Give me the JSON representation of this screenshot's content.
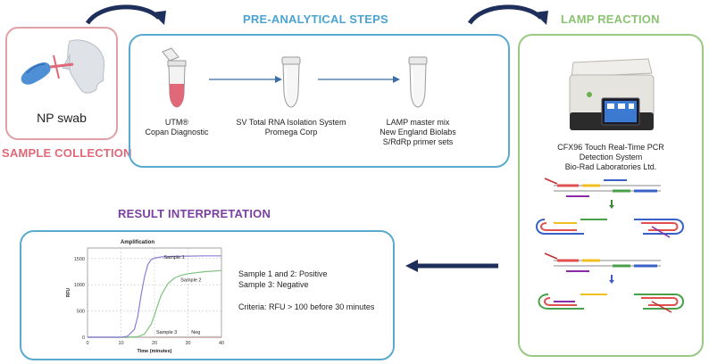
{
  "sample_collection": {
    "heading": "SAMPLE COLLECTION",
    "box_label": "NP swab"
  },
  "pre_analytical": {
    "heading": "PRE-ANALYTICAL STEPS",
    "tube1": {
      "line1": "UTM®",
      "line2": "Copan Diagnostic"
    },
    "tube2": {
      "line1": "SV Total RNA Isolation System",
      "line2": "Promega Corp"
    },
    "tube3": {
      "line1": "LAMP master mix",
      "line2": "New England Biolabs",
      "line3": "S/RdRp primer sets"
    }
  },
  "lamp_reaction": {
    "heading": "LAMP REACTION",
    "instrument": {
      "line1": "CFX96 Touch Real-Time PCR",
      "line2": "Detection System",
      "line3": "Bio-Rad Laboratories Ltd."
    }
  },
  "result_interpretation": {
    "heading": "RESULT INTERPRETATION",
    "line1": "Sample 1 and 2: Positive",
    "line2": "Sample 3:  Negative",
    "line3": "Criteria: RFU > 100 before 30 minutes"
  },
  "colors": {
    "sample_red": "#e06878",
    "sample_border": "#e0a0a5",
    "blue_heading": "#4ba3d0",
    "blue_border": "#5aa9cf",
    "green_heading": "#8cc373",
    "green_border": "#9ac982",
    "purple_heading": "#7a3fa0",
    "navy_arrow": "#1f2f5c"
  },
  "chart_data": {
    "type": "line",
    "title": "Amplification",
    "xlabel": "Time (minutes)",
    "ylabel": "RFU",
    "xlim": [
      0,
      40
    ],
    "ylim": [
      0,
      1700
    ],
    "xticks": [
      0,
      10,
      20,
      30,
      40
    ],
    "yticks": [
      0,
      500,
      1000,
      1500
    ],
    "grid": true,
    "series": [
      {
        "name": "Sample 1",
        "color": "#8b7fd8",
        "x": [
          0,
          10,
          12,
          14,
          15,
          16,
          17,
          18,
          19,
          20,
          22,
          25,
          30,
          35,
          40
        ],
        "y": [
          0,
          0,
          20,
          150,
          400,
          800,
          1150,
          1380,
          1480,
          1510,
          1530,
          1540,
          1545,
          1550,
          1550
        ]
      },
      {
        "name": "Sample 2",
        "color": "#7cc47c",
        "x": [
          0,
          12,
          15,
          17,
          19,
          20,
          21,
          22,
          24,
          26,
          28,
          30,
          35,
          40
        ],
        "y": [
          0,
          0,
          10,
          60,
          250,
          420,
          620,
          800,
          1020,
          1130,
          1180,
          1210,
          1250,
          1270
        ]
      },
      {
        "name": "Sample 3",
        "color": "#c0c0c0",
        "x": [
          0,
          10,
          20,
          30,
          40
        ],
        "y": [
          0,
          0,
          5,
          8,
          10
        ]
      },
      {
        "name": "Neg",
        "color": "#c88080",
        "x": [
          0,
          10,
          20,
          30,
          40
        ],
        "y": [
          0,
          0,
          0,
          0,
          0
        ]
      }
    ],
    "annotations": [
      "Sample 1",
      "Sample 2",
      "Sample 3",
      "Neg"
    ]
  }
}
